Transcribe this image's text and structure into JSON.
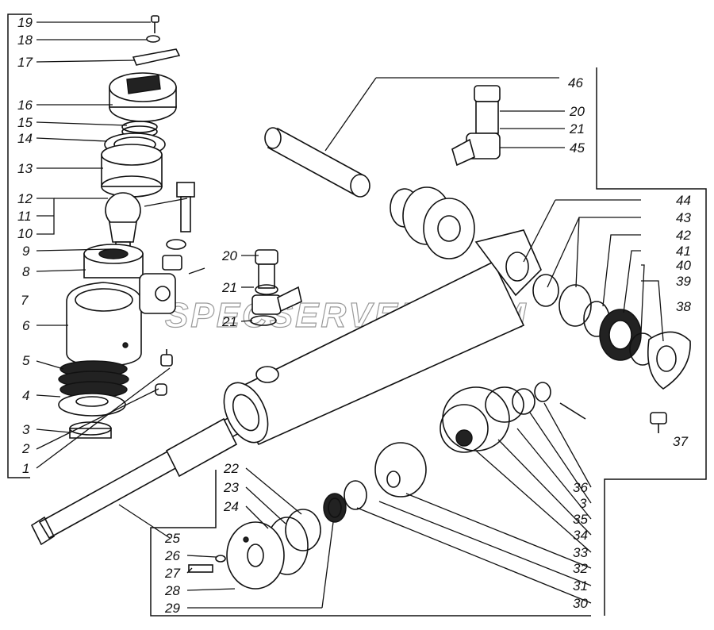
{
  "watermark": "SPECSERVER.COM",
  "callouts": [
    {
      "id": "c19",
      "text": "19"
    },
    {
      "id": "c18",
      "text": "18"
    },
    {
      "id": "c17",
      "text": "17"
    },
    {
      "id": "c16",
      "text": "16"
    },
    {
      "id": "c15",
      "text": "15"
    },
    {
      "id": "c14",
      "text": "14"
    },
    {
      "id": "c13",
      "text": "13"
    },
    {
      "id": "c12",
      "text": "12"
    },
    {
      "id": "c11",
      "text": "11"
    },
    {
      "id": "c10",
      "text": "10"
    },
    {
      "id": "c9",
      "text": "9"
    },
    {
      "id": "c8",
      "text": "8"
    },
    {
      "id": "c7",
      "text": "7"
    },
    {
      "id": "c6",
      "text": "6"
    },
    {
      "id": "c5",
      "text": "5"
    },
    {
      "id": "c4",
      "text": "4"
    },
    {
      "id": "c3a",
      "text": "3"
    },
    {
      "id": "c2",
      "text": "2"
    },
    {
      "id": "c1",
      "text": "1"
    },
    {
      "id": "c46",
      "text": "46"
    },
    {
      "id": "c20a",
      "text": "20"
    },
    {
      "id": "c21a",
      "text": "21"
    },
    {
      "id": "c45",
      "text": "45"
    },
    {
      "id": "c44",
      "text": "44"
    },
    {
      "id": "c43",
      "text": "43"
    },
    {
      "id": "c42",
      "text": "42"
    },
    {
      "id": "c41",
      "text": "41"
    },
    {
      "id": "c40",
      "text": "40"
    },
    {
      "id": "c39",
      "text": "39"
    },
    {
      "id": "c38",
      "text": "38"
    },
    {
      "id": "c37",
      "text": "37"
    },
    {
      "id": "c20b",
      "text": "20"
    },
    {
      "id": "c21b",
      "text": "21"
    },
    {
      "id": "c21c",
      "text": "21"
    },
    {
      "id": "c22",
      "text": "22"
    },
    {
      "id": "c23",
      "text": "23"
    },
    {
      "id": "c24",
      "text": "24"
    },
    {
      "id": "c25",
      "text": "25"
    },
    {
      "id": "c26",
      "text": "26"
    },
    {
      "id": "c27",
      "text": "27"
    },
    {
      "id": "c28",
      "text": "28"
    },
    {
      "id": "c29",
      "text": "29"
    },
    {
      "id": "c30",
      "text": "30"
    },
    {
      "id": "c31",
      "text": "31"
    },
    {
      "id": "c32",
      "text": "32"
    },
    {
      "id": "c33",
      "text": "33"
    },
    {
      "id": "c34",
      "text": "34"
    },
    {
      "id": "c35",
      "text": "35"
    },
    {
      "id": "c3b",
      "text": "3"
    },
    {
      "id": "c36",
      "text": "36"
    }
  ]
}
